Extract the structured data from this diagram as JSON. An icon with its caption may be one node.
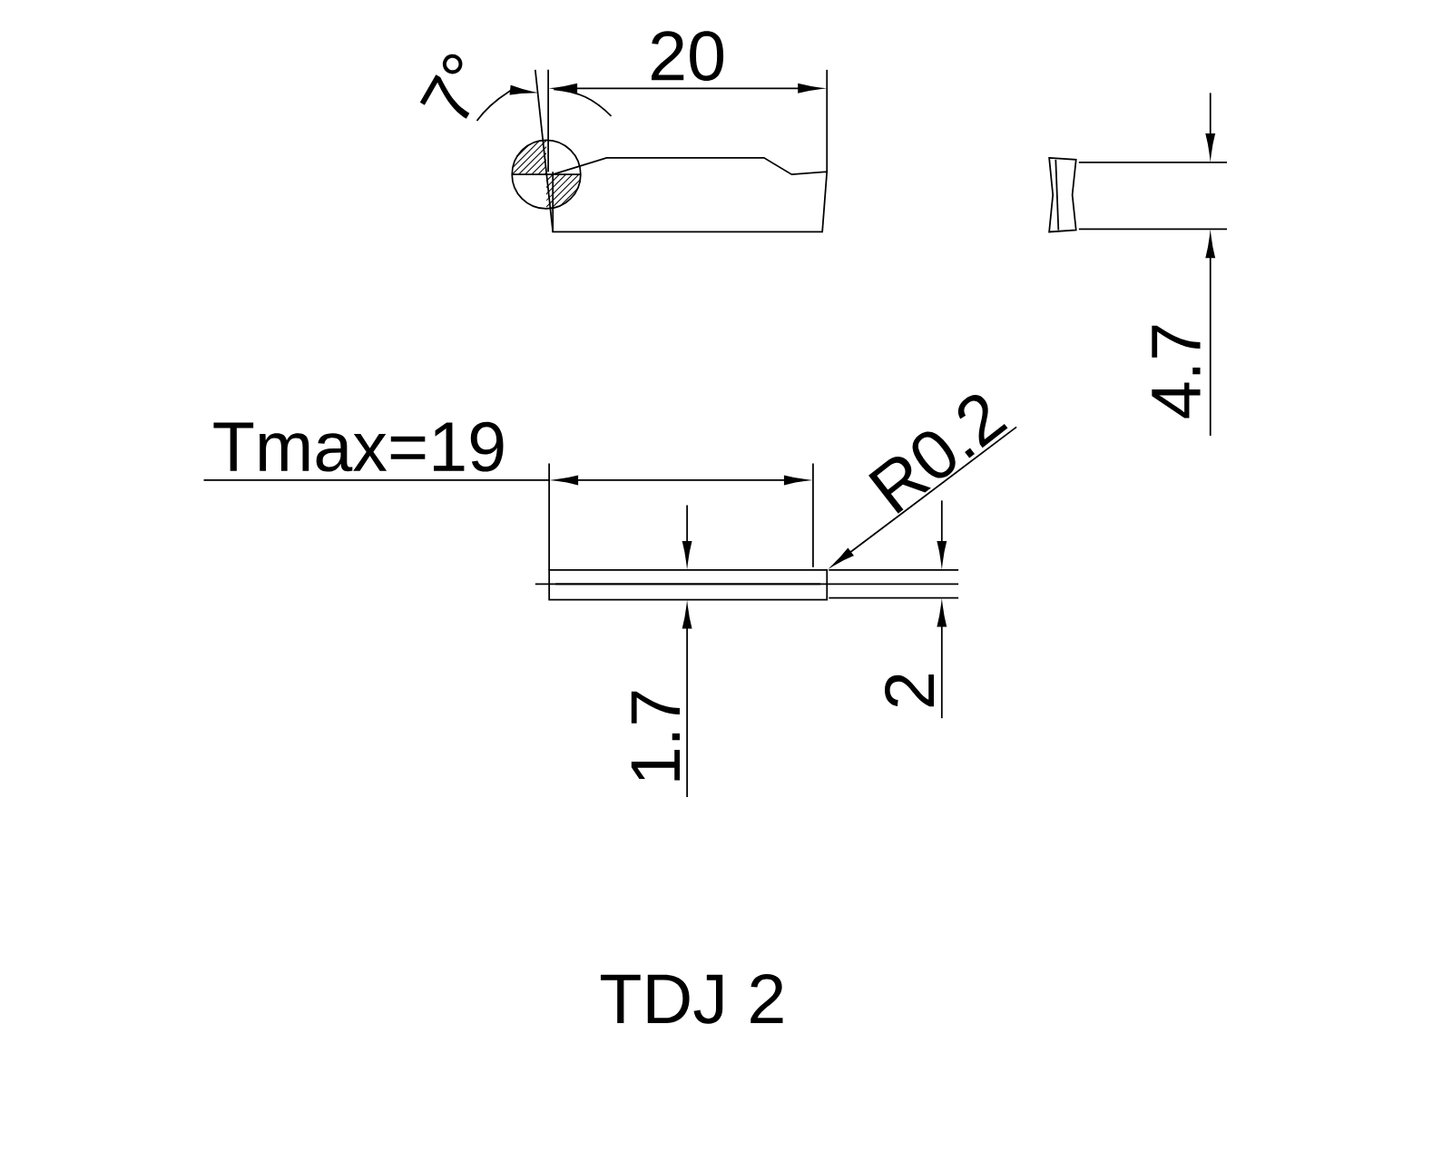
{
  "diagram": {
    "nodes": [
      {
        "text": [
          "R0.2"
        ]
      },
      {
        "text": [],
        "shape": "bar"
      }
    ],
    "edges": [
      {
        "from": 0,
        "to": 1,
        "arrow": "to"
      }
    ],
    "labels": [
      "7°",
      "20",
      "4.7",
      "Tmax=19",
      "1.7",
      "2",
      "TDJ 2"
    ]
  }
}
